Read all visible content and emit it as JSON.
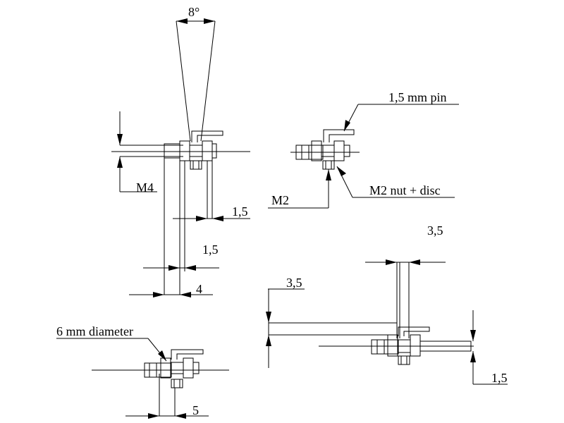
{
  "labels": {
    "angle": "8°",
    "pin": "1,5 mm pin",
    "m4": "M4",
    "m2": "M2",
    "nut": "M2 nut + disc",
    "dim_right_a": "1,5",
    "dim_mid": "1,5",
    "dim_4": "4",
    "dim_35_top": "3,5",
    "dim_35_left": "3,5",
    "diameter": "6 mm diameter",
    "dim_5": "5",
    "dim_bottom_right": "1,5"
  }
}
